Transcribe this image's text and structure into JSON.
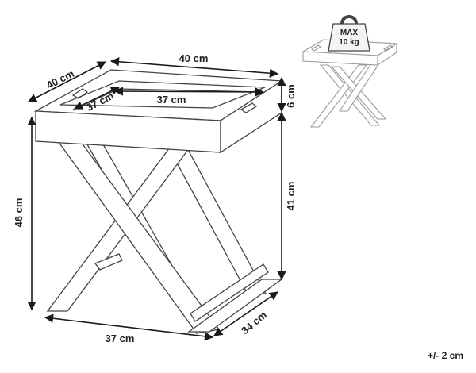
{
  "dimensions": {
    "top_width": "40 cm",
    "top_depth": "40 cm",
    "inner_depth": "37 cm",
    "inner_width": "37 cm",
    "tray_height": "6 cm",
    "total_height": "46 cm",
    "base_height": "41 cm",
    "base_width": "37 cm",
    "base_depth": "34 cm"
  },
  "weight_badge": {
    "line1": "MAX",
    "line2": "10 kg"
  },
  "tolerance": "+/- 2 cm",
  "colors": {
    "outline": "#444444",
    "thumbnail_outline": "#9a9a9a",
    "dimension_line": "#1a1a1a"
  }
}
